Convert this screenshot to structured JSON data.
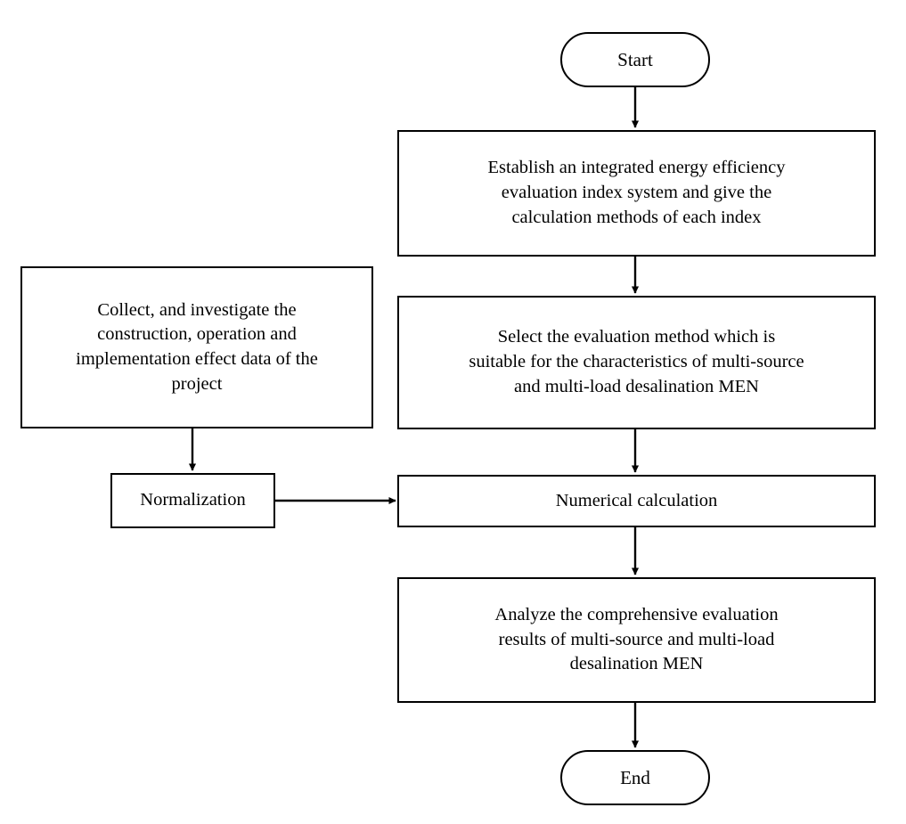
{
  "diagram": {
    "title": "Integrated energy efficiency evaluation flowchart",
    "background_color": "#ffffff",
    "line_color": "#000000",
    "text_color": "#000000",
    "nodes": {
      "start": {
        "label": "Start",
        "shape": "terminator"
      },
      "establish": {
        "label": "Establish an integrated energy efficiency\nevaluation index system and give the\ncalculation methods of each index",
        "shape": "process"
      },
      "select": {
        "label": "Select the evaluation method which is\nsuitable for the characteristics of multi-source\nand multi-load desalination MEN",
        "shape": "process"
      },
      "collect": {
        "label": "Collect, and investigate the\nconstruction, operation and\nimplementation effect data of the\nproject",
        "shape": "process"
      },
      "normalization": {
        "label": "Normalization",
        "shape": "process"
      },
      "numerical": {
        "label": "Numerical calculation",
        "shape": "process"
      },
      "analyze": {
        "label": "Analyze the comprehensive evaluation\nresults of multi-source and multi-load\ndesalination MEN",
        "shape": "process"
      },
      "end": {
        "label": "End",
        "shape": "terminator"
      }
    },
    "edges": [
      {
        "name": "start-to-establish",
        "from": "start",
        "to": "establish",
        "direction": "down"
      },
      {
        "name": "establish-to-select",
        "from": "establish",
        "to": "select",
        "direction": "down"
      },
      {
        "name": "select-to-numerical",
        "from": "select",
        "to": "numerical",
        "direction": "down"
      },
      {
        "name": "collect-to-normalization",
        "from": "collect",
        "to": "normalization",
        "direction": "down"
      },
      {
        "name": "normalization-to-numerical",
        "from": "normalization",
        "to": "numerical",
        "direction": "right"
      },
      {
        "name": "numerical-to-analyze",
        "from": "numerical",
        "to": "analyze",
        "direction": "down"
      },
      {
        "name": "analyze-to-end",
        "from": "analyze",
        "to": "end",
        "direction": "down"
      }
    ]
  }
}
